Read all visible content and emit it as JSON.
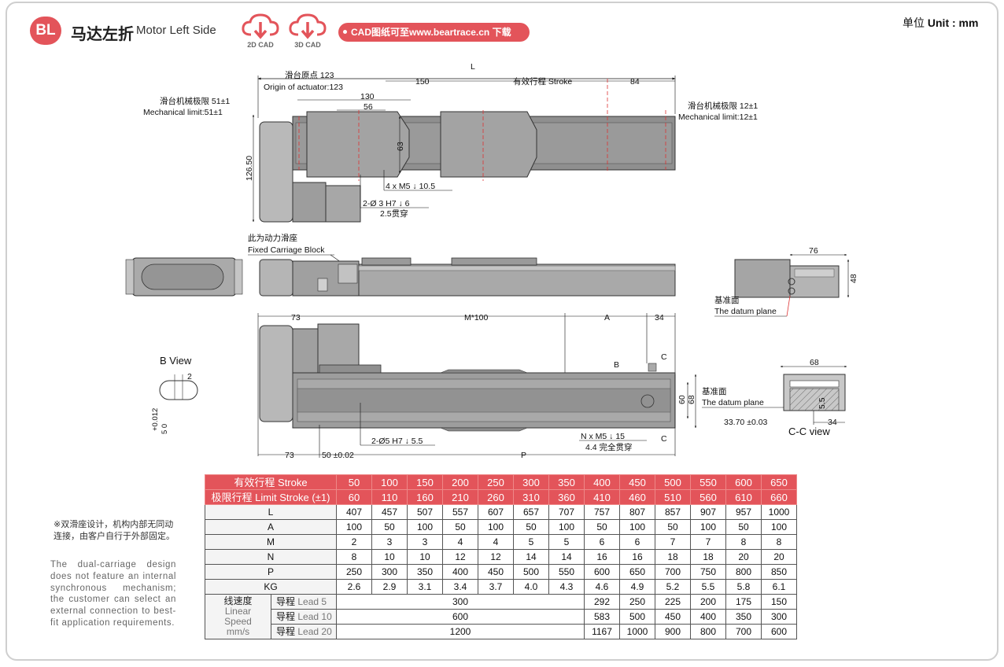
{
  "header": {
    "badge": "BL",
    "title_cn": "马达左折",
    "title_en": "Motor Left Side",
    "cad_2d_label": "2D CAD",
    "cad_3d_label": "3D CAD",
    "download_text": "CAD图纸可至www.beartrace.cn 下载",
    "unit_cn": "单位",
    "unit_en": "Unit : mm",
    "accent_color": "#e3545a"
  },
  "top_view": {
    "dim_L": "L",
    "origin_cn": "滑台原点 123",
    "origin_en": "Origin of actuator:123",
    "dim_150": "150",
    "stroke_label": "有效行程  Stroke",
    "dim_84": "84",
    "dim_130": "130",
    "dim_56": "56",
    "dim_63": "63",
    "dim_126_50": "126.50",
    "mech_left_cn": "滑台机械极限 51±1",
    "mech_left_en": "Mechanical limit:51±1",
    "mech_right_cn": "滑台机械极限 12±1",
    "mech_right_en": "Mechanical limit:12±1",
    "callout_m5": "4 x  M5 ↓ 10.5",
    "callout_pin": "2-Ø 3 H7 ↓ 6",
    "callout_pin2": "2.5贯穿"
  },
  "side_view": {
    "fixed_cn": "此为动力滑座",
    "fixed_en": "Fixed Carriage Block"
  },
  "end_view": {
    "dim_76": "76",
    "dim_48": "48",
    "datum_cn": "基准面",
    "datum_en": "The datum plane"
  },
  "bottom_view": {
    "dim_73_top": "73",
    "dim_m100": "M*100",
    "dim_A": "A",
    "dim_34": "34",
    "dim_73_bot": "73",
    "dim_50": "50 ±0.02",
    "dim_P": "P",
    "dim_60": "60",
    "dim_68": "68",
    "label_B": "B",
    "label_C1": "C",
    "label_C2": "C",
    "callout_pin": "2-Ø5 H7 ↓ 5.5",
    "callout_nm5": "N x M5 ↓ 15",
    "callout_through": "4.4 完全贯穿"
  },
  "b_view": {
    "title": "B View",
    "dim_2": "2",
    "tol": "+0.012",
    "tol2": "5   0"
  },
  "cc_view": {
    "title": "C-C view",
    "dim_68": "68",
    "dim_34": "34",
    "dim_33": "33.70 ±0.03",
    "dim_5": "5.5",
    "datum_cn": "基准面",
    "datum_en": "The datum plane"
  },
  "notes": {
    "cn": "※双滑座设计，机构内部无同动连接，由客户自行于外部固定。",
    "en": "The dual-carriage design does not feature an internal synchronous mechanism; the customer can select an external connection to best-fit application requirements."
  },
  "table": {
    "stroke_label": "有效行程 Stroke",
    "limit_label": "极限行程 Limit Stroke (±1)",
    "strokes": [
      "50",
      "100",
      "150",
      "200",
      "250",
      "300",
      "350",
      "400",
      "450",
      "500",
      "550",
      "600",
      "650"
    ],
    "limits": [
      "60",
      "110",
      "160",
      "210",
      "260",
      "310",
      "360",
      "410",
      "460",
      "510",
      "560",
      "610",
      "660"
    ],
    "rows": [
      {
        "label": "L",
        "values": [
          "407",
          "457",
          "507",
          "557",
          "607",
          "657",
          "707",
          "757",
          "807",
          "857",
          "907",
          "957",
          "1000"
        ]
      },
      {
        "label": "A",
        "values": [
          "100",
          "50",
          "100",
          "50",
          "100",
          "50",
          "100",
          "50",
          "100",
          "50",
          "100",
          "50",
          "100"
        ]
      },
      {
        "label": "M",
        "values": [
          "2",
          "3",
          "3",
          "4",
          "4",
          "5",
          "5",
          "6",
          "6",
          "7",
          "7",
          "8",
          "8"
        ]
      },
      {
        "label": "N",
        "values": [
          "8",
          "10",
          "10",
          "12",
          "12",
          "14",
          "14",
          "16",
          "16",
          "18",
          "18",
          "20",
          "20"
        ]
      },
      {
        "label": "P",
        "values": [
          "250",
          "300",
          "350",
          "400",
          "450",
          "500",
          "550",
          "600",
          "650",
          "700",
          "750",
          "800",
          "850"
        ]
      },
      {
        "label": "KG",
        "values": [
          "2.6",
          "2.9",
          "3.1",
          "3.4",
          "3.7",
          "4.0",
          "4.3",
          "4.6",
          "4.9",
          "5.2",
          "5.5",
          "5.8",
          "6.1"
        ]
      }
    ],
    "speed_cn": "线速度",
    "speed_en1": "Linear",
    "speed_en2": "Speed",
    "speed_unit": "mm/s",
    "leads": [
      {
        "cn": "导程",
        "en": "Lead 5",
        "merged": "300",
        "values": [
          "292",
          "250",
          "225",
          "200",
          "175",
          "150"
        ]
      },
      {
        "cn": "导程",
        "en": "Lead 10",
        "merged": "600",
        "values": [
          "583",
          "500",
          "450",
          "400",
          "350",
          "300"
        ]
      },
      {
        "cn": "导程",
        "en": "Lead 20",
        "merged": "1200",
        "values": [
          "1167",
          "1000",
          "900",
          "800",
          "700",
          "600"
        ]
      }
    ]
  }
}
